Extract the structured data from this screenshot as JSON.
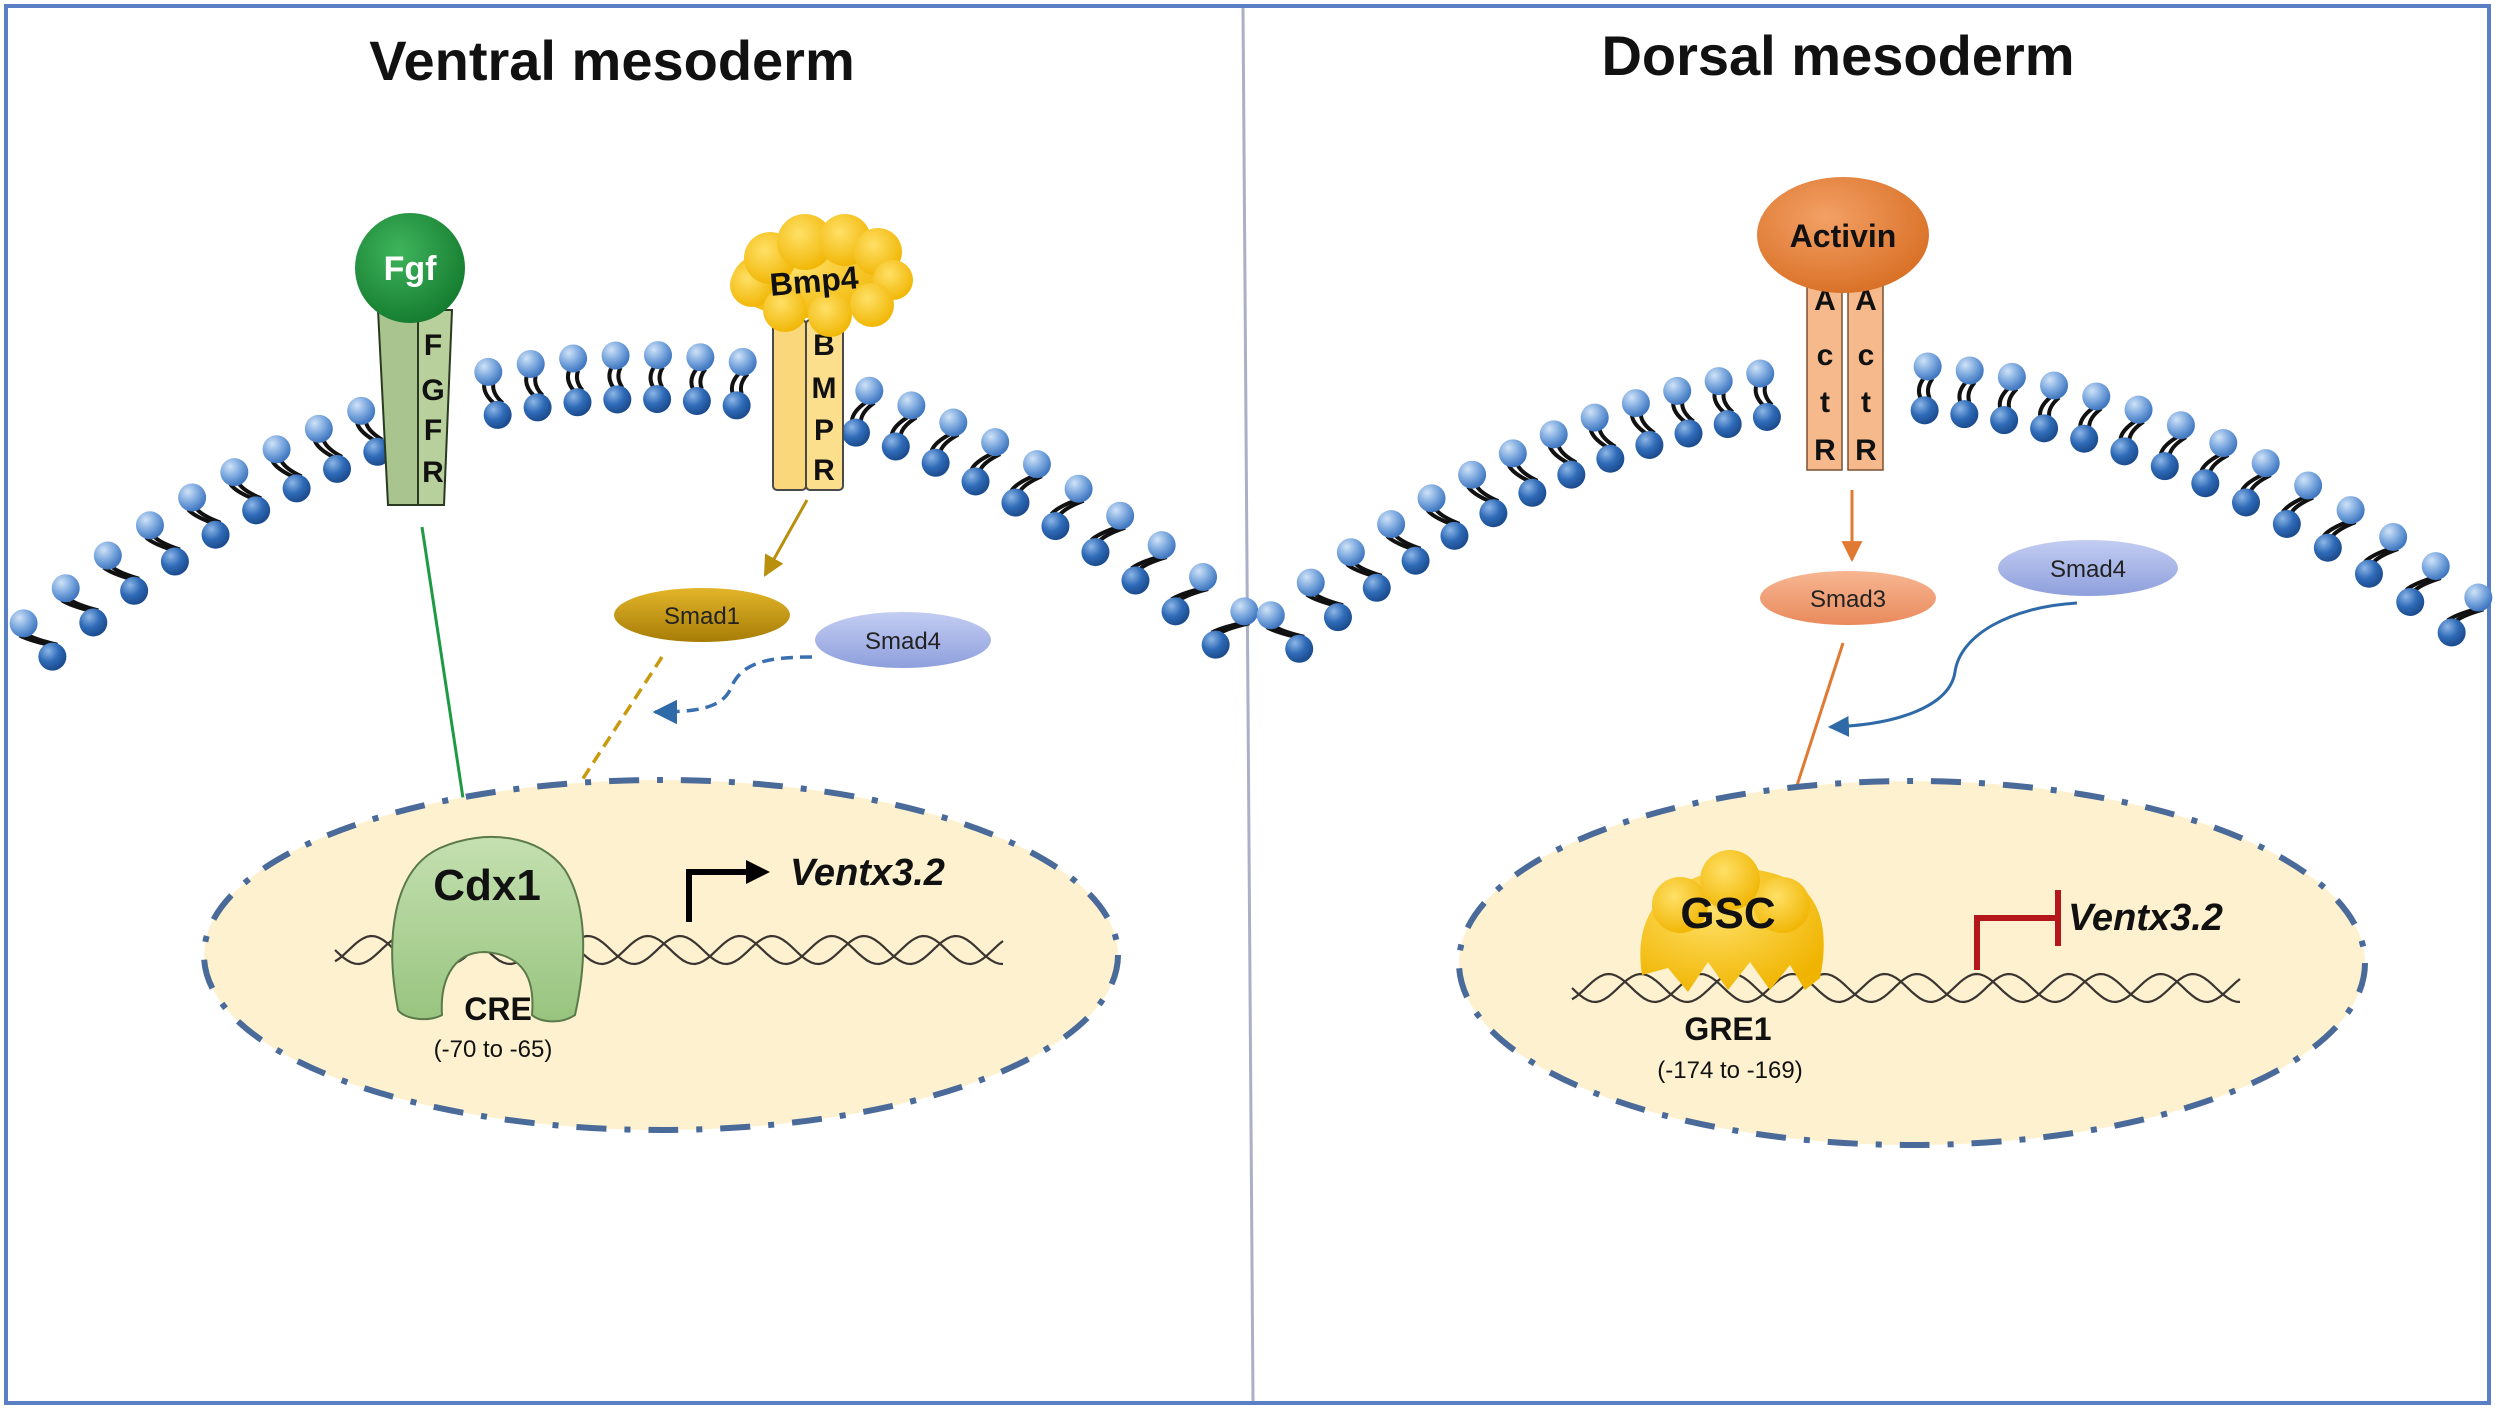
{
  "figure": {
    "panels": [
      {
        "id": "ventral",
        "title": "Ventral mesoderm",
        "ligands": [
          {
            "name": "Fgf",
            "color": "#1f8a3a",
            "text_color": "#ffffff",
            "receptor": "FGFR",
            "receptor_letters": [
              "F",
              "G",
              "F",
              "R"
            ],
            "receptor_color": "#a9c48f"
          },
          {
            "name": "Bmp4",
            "color": "#f7c21b",
            "text_color": "#111111",
            "receptor": "BMPR",
            "receptor_letters": [
              "B",
              "M",
              "P",
              "R"
            ],
            "receptor_color": "#f9d77a"
          }
        ],
        "smads": [
          {
            "name": "Smad1",
            "color": "#c89a10"
          },
          {
            "name": "Smad4",
            "color": "#a9b6e6"
          }
        ],
        "nucleus": {
          "factor": "Cdx1",
          "factor_color": "#a9cf94",
          "site": "CRE",
          "site_position": "(-70 to -65)",
          "gene": "Ventx3.2",
          "regulation": "activation"
        },
        "arrows": [
          {
            "from": "FGFR",
            "to": "Cdx1",
            "style": "solid",
            "color": "#1e9a45"
          },
          {
            "from": "BMPR",
            "to": "Smad1",
            "style": "solid",
            "color": "#b8900e"
          },
          {
            "from": "Smad1",
            "to": "Cdx1",
            "style": "dashed",
            "color": "#c89a10"
          },
          {
            "from": "Smad4",
            "to": "Smad1 path",
            "style": "dashed",
            "color": "#3a6fb0"
          }
        ]
      },
      {
        "id": "dorsal",
        "title": "Dorsal mesoderm",
        "ligands": [
          {
            "name": "Activin",
            "color": "#e8843a",
            "text_color": "#111111",
            "receptor": "ActR",
            "receptor_letters": [
              "A",
              "c",
              "t",
              "R"
            ],
            "receptor_color": "#f5b98c"
          }
        ],
        "smads": [
          {
            "name": "Smad3",
            "color": "#f3a07a"
          },
          {
            "name": "Smad4",
            "color": "#a9b6e6"
          }
        ],
        "nucleus": {
          "factor": "GSC",
          "factor_color": "#f7c21b",
          "site": "GRE1",
          "site_position": "(-174 to -169)",
          "gene": "Ventx3.2",
          "regulation": "repression"
        },
        "arrows": [
          {
            "from": "ActR",
            "to": "Smad3",
            "style": "solid",
            "color": "#e8843a"
          },
          {
            "from": "Smad3",
            "to": "GSC",
            "style": "solid",
            "color": "#e8843a"
          },
          {
            "from": "Smad4",
            "to": "Smad3 path",
            "style": "solid",
            "color": "#2f6aa8"
          }
        ]
      }
    ],
    "colors": {
      "border": "#5b7fc4",
      "divider": "#a9b0c8",
      "nucleus_fill": "#fdf1cf",
      "nucleus_stroke": "#4a6a9a",
      "lipid_outer": "#7aa7de",
      "lipid_inner": "#2f6bb8",
      "promoter_arrow": "#000000",
      "repression": "#b3161b"
    }
  }
}
